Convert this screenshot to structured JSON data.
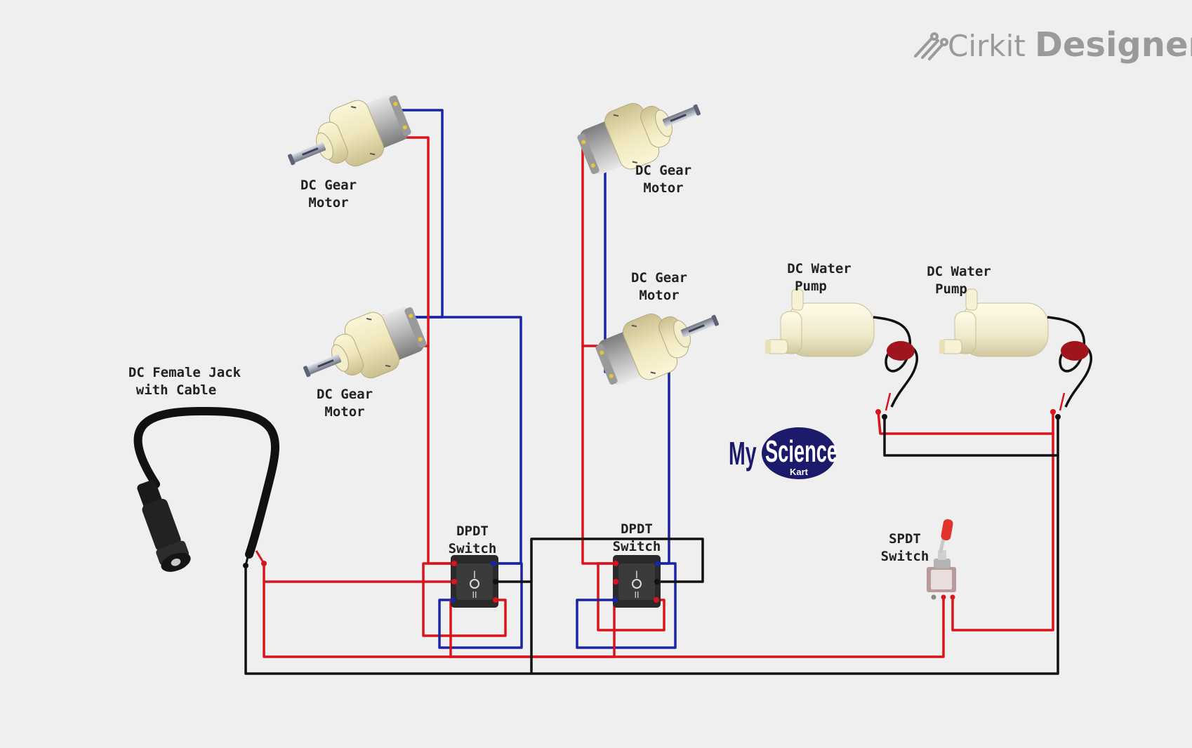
{
  "brand": {
    "name_part1": "Cirkit",
    "name_part2": "Designer",
    "icon": "cirkit-logo-icon"
  },
  "logo": {
    "text_my": "My",
    "text_science": "Science",
    "text_kart": "Kart"
  },
  "components": {
    "motor1": {
      "label_line1": "DC Gear",
      "label_line2": "Motor"
    },
    "motor2": {
      "label_line1": "DC Gear",
      "label_line2": "Motor"
    },
    "motor3": {
      "label_line1": "DC Gear",
      "label_line2": "Motor"
    },
    "motor4": {
      "label_line1": "DC Gear",
      "label_line2": "Motor"
    },
    "pump1": {
      "label_line1": "DC Water",
      "label_line2": "Pump"
    },
    "pump2": {
      "label_line1": "DC Water",
      "label_line2": "Pump"
    },
    "jack": {
      "label_line1": "DC Female Jack",
      "label_line2": "with Cable"
    },
    "dpdt1": {
      "label_line1": "DPDT",
      "label_line2": "Switch"
    },
    "dpdt2": {
      "label_line1": "DPDT",
      "label_line2": "Switch"
    },
    "spdt": {
      "label_line1": "SPDT",
      "label_line2": "Switch"
    }
  },
  "colors": {
    "background": "#efefef",
    "wire_red": "#d9141b",
    "wire_blue": "#1a24a6",
    "wire_black": "#111111",
    "logo_navy": "#1c1a6b"
  }
}
